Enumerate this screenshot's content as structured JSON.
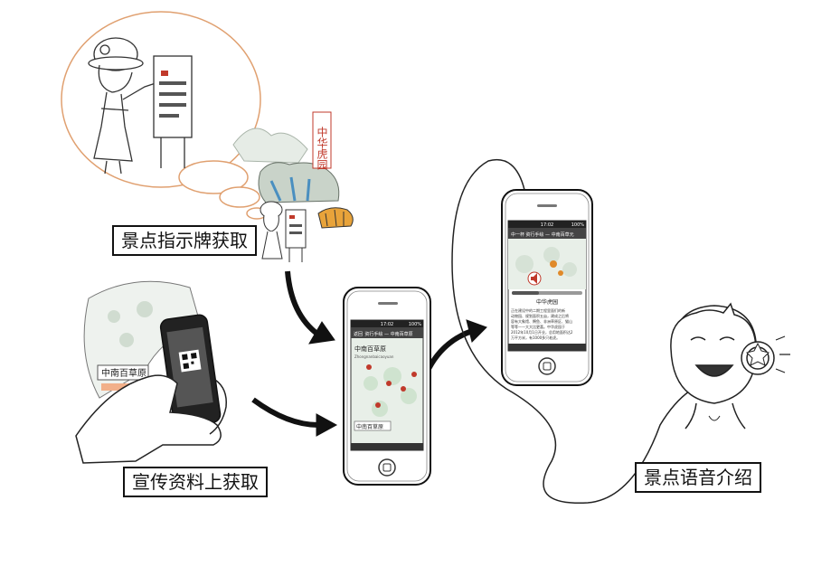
{
  "labels": {
    "sign": "景点指示牌获取",
    "brochure": "宣传资料上获取",
    "audio": "景点语音介绍"
  },
  "sign_text": "中华虎园",
  "phone_center": {
    "status_time": "17:02",
    "status_battery": "100%",
    "back_label": "返回",
    "title": "资行手绘 — 中南百草原",
    "brand": "中南百草原",
    "brand_en": "Zhongnanbaicaoyuan"
  },
  "phone_right": {
    "status_time": "17:02",
    "status_battery": "100%",
    "back_label": "中一杯",
    "title": "资行手绘 — 中南百草元",
    "article_title": "中华虎园",
    "article_lines": [
      "正在建设中的二期工程里面们的新",
      "动物园、规划面积五亩，建成之后将",
      "容有大象馆、鳄鱼、非洲草原区、猫山",
      "等等——大大比更喜。中华虎园于",
      "2012年10月1日开业，总用地面积达2",
      "万平方米，有1000多只老虎。"
    ]
  },
  "brochure_brand": "中南百草原",
  "colors": {
    "ink": "#111111",
    "bubble": "#e0a070",
    "sign_red": "#c0392b",
    "screen_dark": "#333333",
    "map_green": "#cfe3cf"
  },
  "icons": {
    "speaker": "speaker-icon",
    "home_button": "home-button-icon"
  }
}
